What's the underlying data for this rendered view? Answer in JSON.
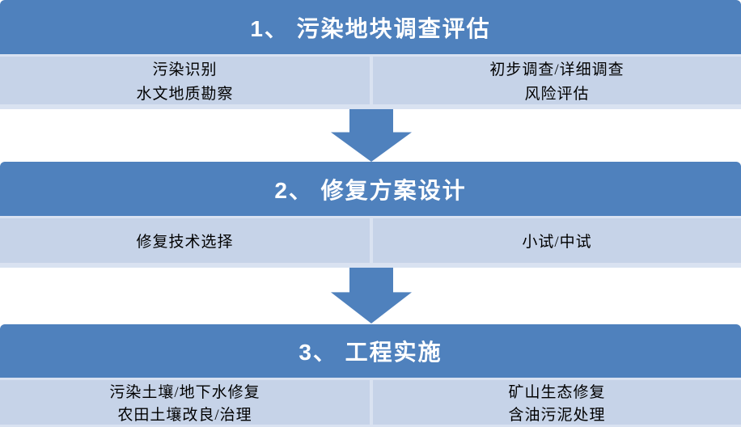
{
  "colors": {
    "header_bg": "#4f81bd",
    "header_text": "#ffffff",
    "body_bg": "#c6d3e8",
    "divider": "#d9e2f1",
    "body_text": "#000000",
    "arrow_fill": "#4f81bd"
  },
  "sections": [
    {
      "title": "1、 污染地块调查评估",
      "left_items": [
        "污染识别",
        "水文地质勘察"
      ],
      "right_items": [
        "初步调查/详细调查",
        "风险评估"
      ]
    },
    {
      "title": "2、 修复方案设计",
      "left_items": [
        "修复技术选择"
      ],
      "right_items": [
        "小试/中试"
      ]
    },
    {
      "title": "3、 工程实施",
      "left_items": [
        "污染土壤/地下水修复",
        "农田土壤改良/治理"
      ],
      "right_items": [
        "矿山生态修复",
        "含油污泥处理"
      ]
    }
  ],
  "arrows": [
    "down-arrow",
    "down-arrow"
  ]
}
